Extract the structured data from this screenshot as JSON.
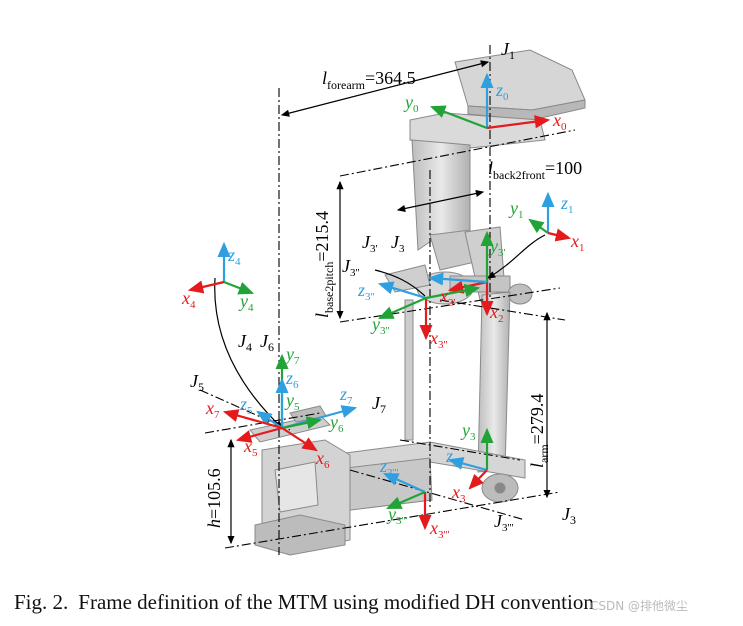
{
  "colors": {
    "x_axis": "#e41a1c",
    "y_axis": "#22a338",
    "z_axis": "#2ea0e0",
    "line": "#000000",
    "metal_light": "#e6e6e6",
    "metal_mid": "#cfcfcf",
    "metal_dark": "#a9a9a9"
  },
  "dimensions": {
    "forearm": {
      "symbol": "l",
      "sub": "forearm",
      "value": "=364.5"
    },
    "back2front": {
      "symbol": "l",
      "sub": "back2front",
      "value": "=100"
    },
    "base2pitch": {
      "symbol": "l",
      "sub": "base2pitch",
      "value": "=215.4"
    },
    "arm": {
      "symbol": "l",
      "sub": "arm",
      "value": "=279.4"
    },
    "h": {
      "symbol": "h",
      "value": "=105.6"
    }
  },
  "joints": {
    "J1": "J",
    "J1s": "1",
    "J3": "J",
    "J3s": "3",
    "J3p": "J",
    "J3ps": "3'",
    "J3pp": "J",
    "J3pps": "3''",
    "J3ppp": "J",
    "J3ppps": "3'''",
    "J3b": "J",
    "J3bs": "3",
    "J4": "J",
    "J4s": "4",
    "J5": "J",
    "J5s": "5",
    "J6": "J",
    "J6s": "6",
    "J7": "J",
    "J7s": "7"
  },
  "axes": {
    "x0": "x",
    "x0s": "0",
    "y0": "y",
    "y0s": "0",
    "z0": "z",
    "z0s": "0",
    "x1": "x",
    "x1s": "1",
    "y1": "y",
    "y1s": "1",
    "z1": "z",
    "z1s": "1",
    "x2": "x",
    "x2s": "2",
    "y3p": "y",
    "y3ps": "3'",
    "x3p": "x",
    "x3ps": "3'",
    "z3pp": "z",
    "z3pps": "3''",
    "x3pp": "x",
    "x3pps": "3''",
    "y3pp": "y",
    "y3pps": "3''",
    "z3": "z",
    "z3s": "3",
    "y3": "y",
    "y3s": "3",
    "x3": "x",
    "x3s": "3",
    "z3ppp": "z",
    "z3ppps": "3'''",
    "x3ppp": "x",
    "x3ppps": "3'''",
    "y3ppp": "y",
    "y3ppps": "3'''",
    "x4": "x",
    "x4s": "4",
    "y4": "y",
    "y4s": "4",
    "z4": "z",
    "z4s": "4",
    "x5": "x",
    "x5s": "5",
    "y5": "y",
    "y5s": "5",
    "z5": "z",
    "z5s": "5",
    "x6": "x",
    "x6s": "6",
    "y6": "y",
    "y6s": "6",
    "z6": "z",
    "z6s": "6",
    "x7": "x",
    "x7s": "7",
    "y7": "y",
    "y7s": "7",
    "z7": "z",
    "z7s": "7"
  },
  "caption": {
    "label": "Fig. 2.",
    "text": "Frame definition of the MTM using modified DH convention"
  },
  "watermark": "CSDN @排他微尘"
}
